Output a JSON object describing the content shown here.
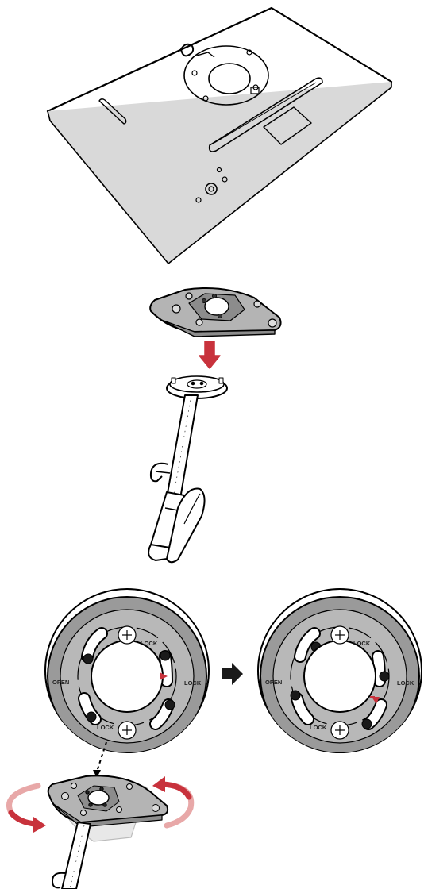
{
  "labels": {
    "left_lock_top": "LOCK",
    "left_lock_right": "LOCK",
    "left_lock_bottom": "LOCK",
    "left_open": "OPEN",
    "right_lock_top": "LOCK",
    "right_lock_right": "LOCK",
    "right_lock_bottom": "LOCK",
    "right_open": "OPEN"
  },
  "colors": {
    "accent_red": "#c8323c",
    "light_red": "#e8a8a8",
    "plate_gray": "#b4b4b4",
    "dark_gray": "#8c8c8c",
    "outline": "#000000"
  }
}
